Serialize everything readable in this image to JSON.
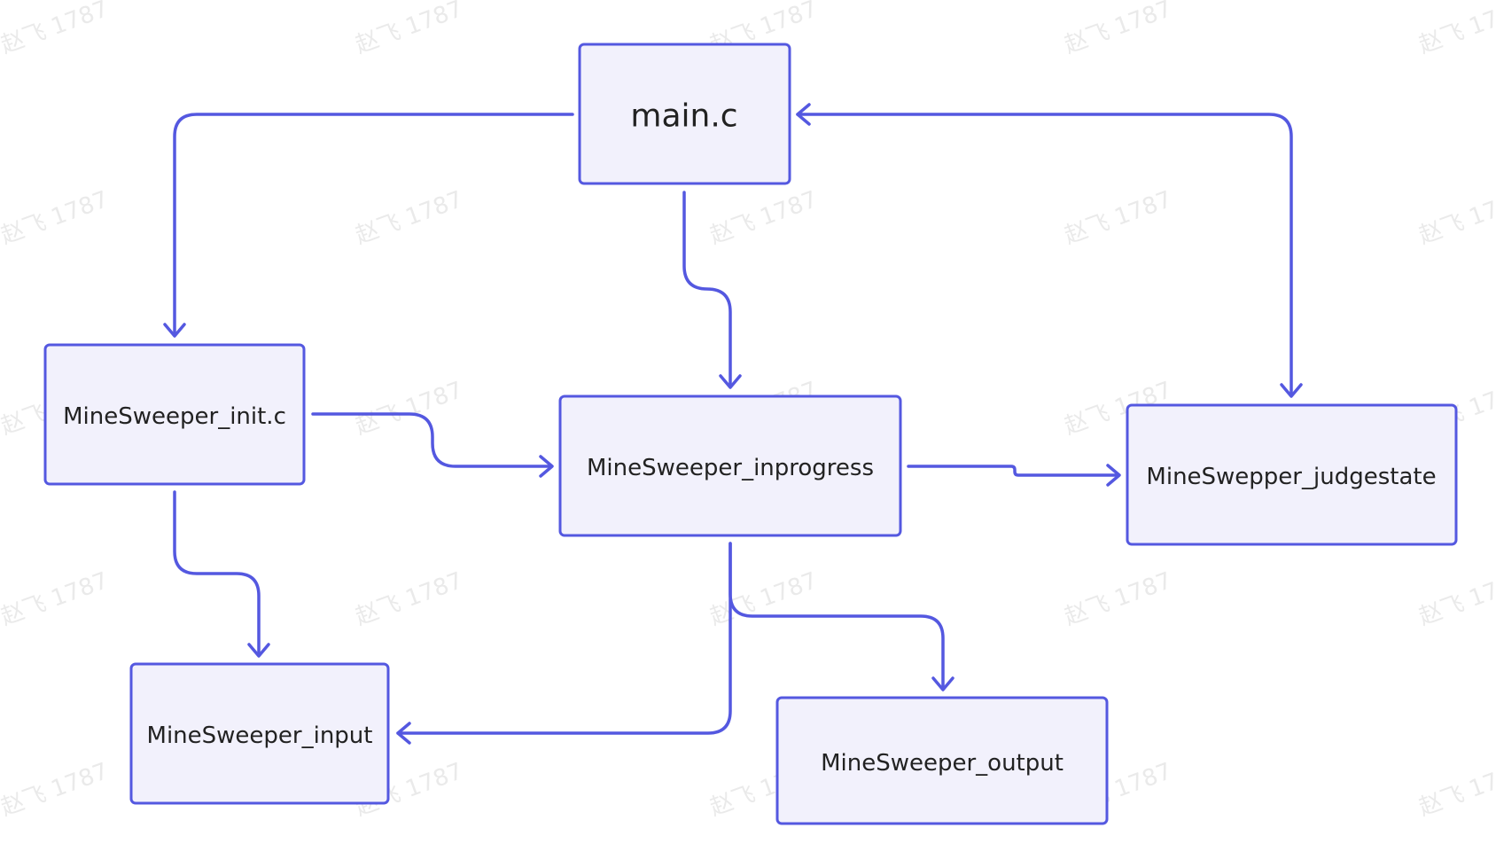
{
  "diagram": {
    "colors": {
      "stroke": "#5458e0",
      "fill": "#f2f1fc",
      "text": "#222222"
    },
    "nodes": [
      {
        "id": "main",
        "label": "main.c"
      },
      {
        "id": "init",
        "label": "MineSweeper_init.c"
      },
      {
        "id": "inprogress",
        "label": "MineSweeper_inprogress"
      },
      {
        "id": "judgestate",
        "label": "MineSwepper_judgestate"
      },
      {
        "id": "input",
        "label": "MineSweeper_input"
      },
      {
        "id": "output",
        "label": "MineSweeper_output"
      }
    ],
    "edges": [
      {
        "from": "main",
        "to": "init"
      },
      {
        "from": "main",
        "to": "inprogress"
      },
      {
        "from": "judgestate",
        "to": "main"
      },
      {
        "from": "main",
        "to": "judgestate"
      },
      {
        "from": "init",
        "to": "inprogress"
      },
      {
        "from": "init",
        "to": "input"
      },
      {
        "from": "inprogress",
        "to": "judgestate"
      },
      {
        "from": "inprogress",
        "to": "input"
      },
      {
        "from": "inprogress",
        "to": "output"
      }
    ],
    "watermark": "赵飞 1787"
  }
}
